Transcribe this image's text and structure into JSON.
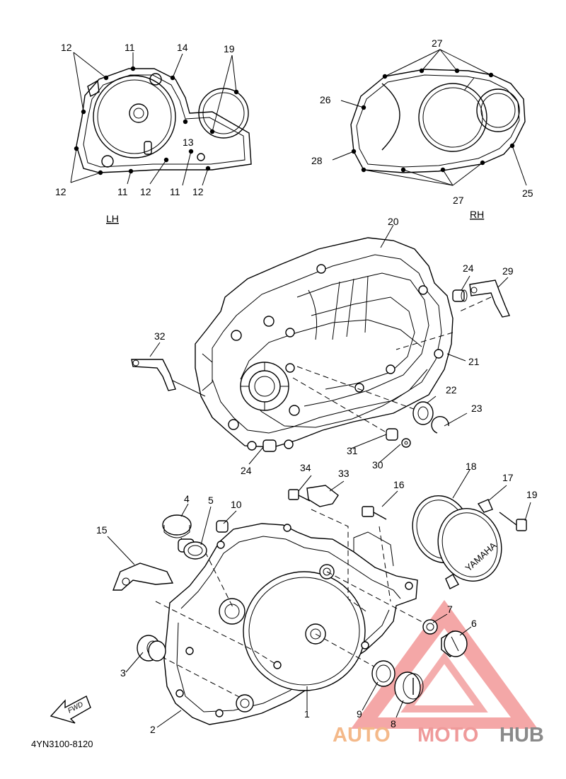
{
  "diagram": {
    "side_labels": {
      "left": "LH",
      "right": "RH"
    },
    "part_code": "4YN3100-8120",
    "fwd_arrow_text": "FWD",
    "cover_logo_text": "YAMAHA",
    "watermark": {
      "part1": "AUTO",
      "part2": "MOTO",
      "part3": "HUB",
      "colors": {
        "auto": "#f4b98a",
        "moto": "#ef9a9a",
        "hub": "#8a8a8a",
        "triangle": "#f08a8a"
      }
    },
    "callouts": {
      "c1": "1",
      "c2": "2",
      "c3": "3",
      "c4": "4",
      "c5": "5",
      "c6": "6",
      "c7": "7",
      "c8": "8",
      "c9": "9",
      "c10": "10",
      "c11a": "11",
      "c11b": "11",
      "c11c": "11",
      "c12a": "12",
      "c12b": "12",
      "c12c": "12",
      "c12d": "12",
      "c13": "13",
      "c14": "14",
      "c15": "15",
      "c16": "16",
      "c17": "17",
      "c18": "18",
      "c19a": "19",
      "c19b": "19",
      "c20": "20",
      "c21": "21",
      "c22": "22",
      "c23": "23",
      "c24a": "24",
      "c24b": "24",
      "c25": "25",
      "c26": "26",
      "c27a": "27",
      "c27b": "27",
      "c28": "28",
      "c29": "29",
      "c30": "30",
      "c31": "31",
      "c32": "32",
      "c33": "33",
      "c34": "34"
    }
  }
}
